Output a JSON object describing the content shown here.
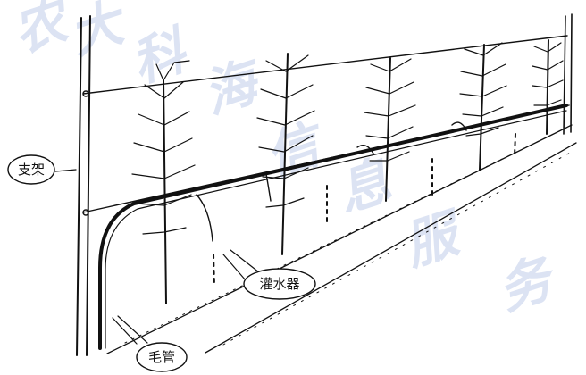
{
  "labels": {
    "support_frame": "支架",
    "emitter": "灌水器",
    "capillary_tube": "毛管"
  },
  "watermark": {
    "chars": [
      "农",
      "大",
      "科",
      "海",
      "信",
      "息",
      "服",
      "务"
    ]
  },
  "colors": {
    "ink": "#111111",
    "watermark": "#d7dff2",
    "background": "#ffffff"
  }
}
